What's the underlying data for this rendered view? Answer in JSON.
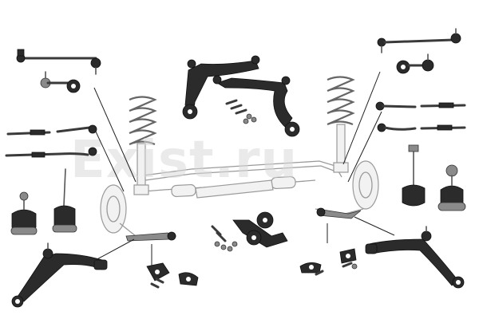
{
  "watermark": {
    "text": "Exist.ru"
  },
  "colors": {
    "part": "#2b2b2b",
    "ghost": "#9a9a9a",
    "background": "#ffffff"
  },
  "parts": [
    "stabilizer-link-top-left",
    "stabilizer-link-small-left",
    "tie-rod-left-upper",
    "tie-rod-left-lower",
    "ball-joint-left-1",
    "ball-joint-left-2",
    "control-arm-left-lower",
    "control-arm-top-1",
    "control-arm-top-2",
    "bolt-kit-top",
    "stabilizer-link-top-right",
    "stabilizer-link-small-right",
    "tie-rod-right-upper",
    "tie-rod-right-lower",
    "ball-joint-right-1",
    "ball-joint-right-2",
    "control-arm-right-lower",
    "bushings-center",
    "bushing-brackets-left",
    "bushing-brackets-right",
    "strut-left",
    "strut-right"
  ]
}
